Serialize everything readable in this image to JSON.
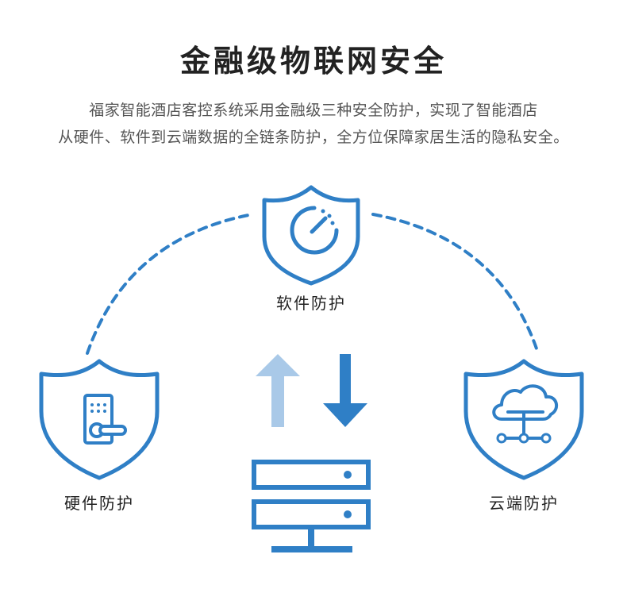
{
  "header": {
    "title": "金融级物联网安全",
    "desc_line1": "福家智能酒店客控系统采用金融级三种安全防护，实现了智能酒店",
    "desc_line2": "从硬件、软件到云端数据的全链条防护，全方位保障家居生活的隐私安全。"
  },
  "nodes": {
    "software": {
      "label": "软件防护",
      "icon": "gauge-icon"
    },
    "hardware": {
      "label": "硬件防护",
      "icon": "smart-lock-icon"
    },
    "cloud": {
      "label": "云端防护",
      "icon": "cloud-network-icon"
    }
  },
  "center": {
    "icon": "server-icon",
    "arrows": [
      "arrow-up-icon",
      "arrow-down-icon"
    ]
  },
  "colors": {
    "primary": "#2f7fc6",
    "light": "#a9c9e8",
    "title": "#222222",
    "text": "#555555"
  }
}
